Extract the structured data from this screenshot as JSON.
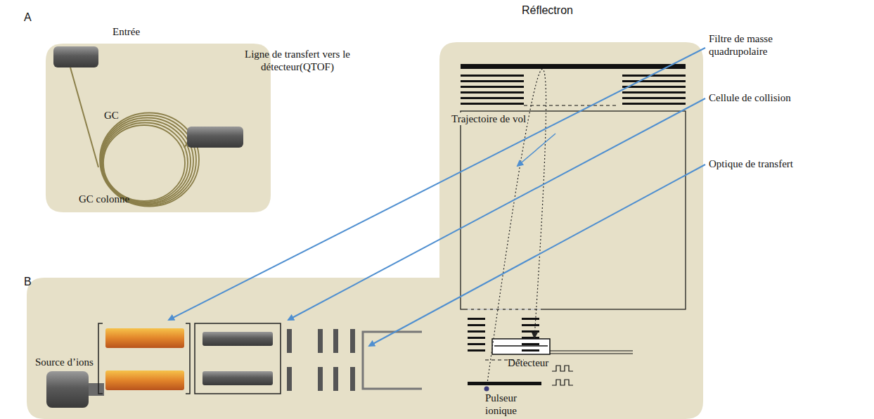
{
  "diagram": {
    "nodes": [
      {
        "text": [
          "Entrée",
          "GC",
          "GC colonne"
        ]
      },
      {
        "text": [
          "Réflectron",
          "Trajectoire de vol",
          "Source d’ions",
          "Pulseur ionique"
        ]
      },
      {
        "text": [
          "Détecteur"
        ],
        "in": 1
      }
    ],
    "labels": [
      "A",
      "B",
      "Ligne de transfert vers le détecteur(QTOF)",
      "Filtre de masse quadrupolaire",
      "Cellule de collision",
      "Optique de transfert"
    ]
  }
}
